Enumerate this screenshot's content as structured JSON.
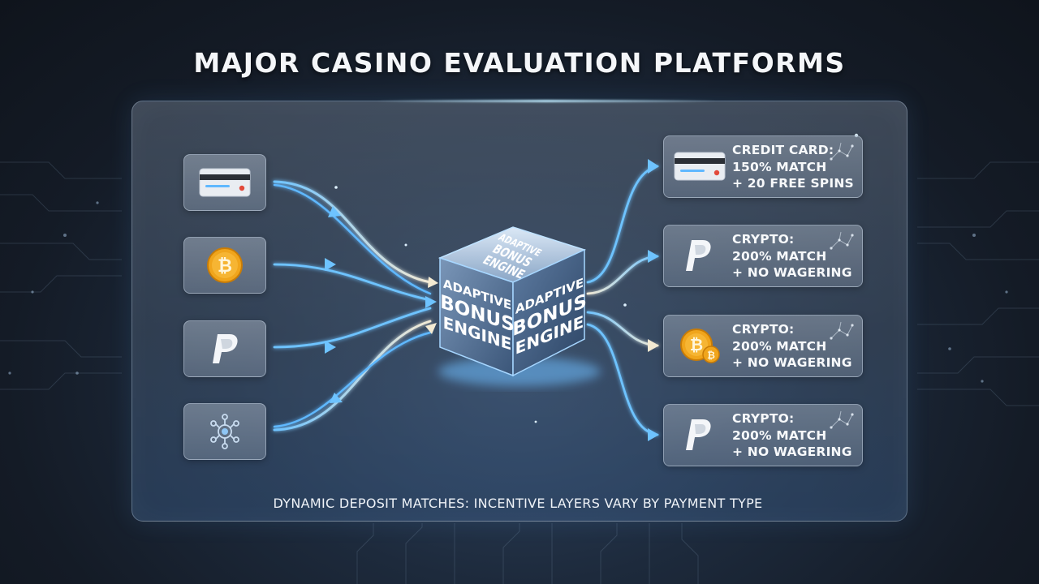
{
  "title": "MAJOR CASINO EVALUATION PLATFORMS",
  "sources": [
    {
      "icon": "credit-card-icon"
    },
    {
      "icon": "bitcoin-icon"
    },
    {
      "icon": "paypal-icon"
    },
    {
      "icon": "crypto-network-icon"
    }
  ],
  "engine": {
    "top_lines": [
      "ADAPTIVE",
      "BONUS",
      "ENGINE"
    ],
    "left_lines": [
      "ADAPTIVE",
      "BONUS",
      "ENGINE"
    ],
    "right_lines": [
      "ADAPTIVE",
      "BONUS",
      "ENGINE"
    ]
  },
  "outputs": [
    {
      "icon": "credit-card-icon",
      "lines": [
        "CREDIT CARD:",
        "150% MATCH",
        "+ 20 FREE SPINS"
      ]
    },
    {
      "icon": "paypal-icon",
      "lines": [
        "CRYPTO:",
        "200% MATCH",
        "+ NO WAGERING"
      ]
    },
    {
      "icon": "bitcoin-coins-icon",
      "lines": [
        "CRYPTO:",
        "200% MATCH",
        "+ NO WAGERING"
      ]
    },
    {
      "icon": "paypal-icon",
      "lines": [
        "CRYPTO:",
        "200% MATCH",
        "+ NO WAGERING"
      ]
    }
  ],
  "caption": "DYNAMIC DEPOSIT MATCHES: INCENTIVE LAYERS VARY BY PAYMENT TYPE",
  "colors": {
    "accent_blue": "#5fb8ff",
    "accent_cream": "#f4ead2",
    "coin_gold": "#f0a51c"
  }
}
